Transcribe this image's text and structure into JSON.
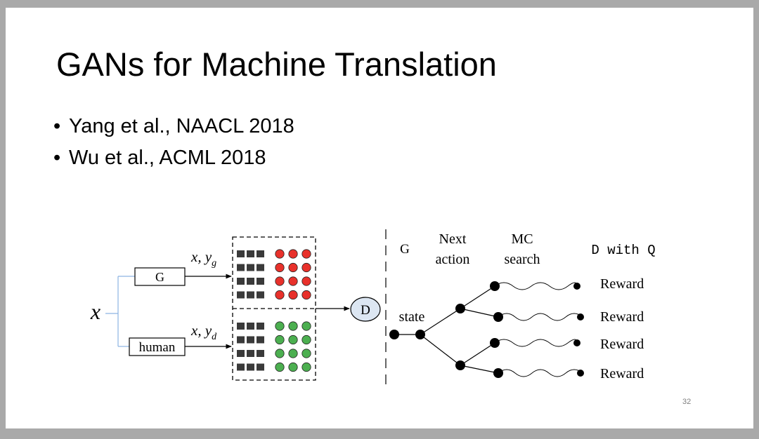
{
  "slide": {
    "title": "GANs for Machine Translation",
    "bullets": [
      "Yang et al., NAACL 2018",
      "Wu et al., ACML 2018"
    ],
    "page_number": "32"
  },
  "diagram": {
    "input_label": "x",
    "generator_label": "G",
    "human_label": "human",
    "gen_pair": {
      "base": "x, y",
      "sub": "g"
    },
    "human_pair": {
      "base": "x, y",
      "sub": "d"
    },
    "discriminator_label": "D",
    "search_headers": {
      "g": "G",
      "next_1": "Next",
      "next_2": "action",
      "mc_1": "MC",
      "mc_2": "search",
      "d_with_q": "D with Q"
    },
    "state_label": "state",
    "rewards": [
      "Reward",
      "Reward",
      "Reward",
      "Reward"
    ],
    "colors": {
      "generated": "#e8312b",
      "real": "#4caf50",
      "token": "#3a3a3a",
      "discriminator_fill": "#dce6f2",
      "connector": "#8db3e2"
    }
  }
}
